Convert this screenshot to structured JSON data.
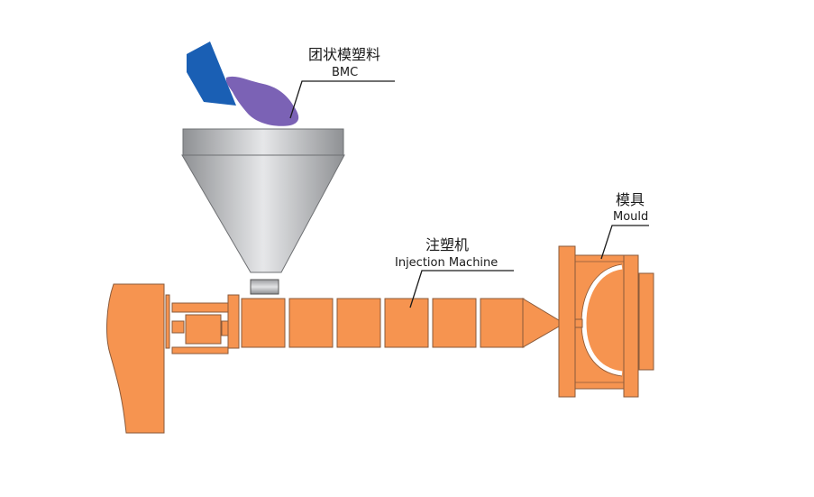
{
  "diagram": {
    "title": "BMC injection molding process",
    "labels": {
      "bmc": {
        "cn": "团状模塑料",
        "en": "BMC"
      },
      "injection_machine": {
        "cn": "注塑机",
        "en": "Injection Machine"
      },
      "mould": {
        "cn": "模具",
        "en": "Mould"
      }
    },
    "components": [
      "material-bucket",
      "bmc-material",
      "hopper",
      "feed-throat",
      "drive-unit",
      "barrel-segments",
      "nozzle",
      "mould"
    ],
    "barrel_segment_count": 6,
    "colors": {
      "machine": "#f69450",
      "machine_outline": "#8a5a3a",
      "bucket": "#1a5fb4",
      "bmc": "#7b62b5",
      "hopper_light": "#e6e7e9",
      "hopper_dark": "#8f9194",
      "cavity": "#ffffff"
    }
  }
}
